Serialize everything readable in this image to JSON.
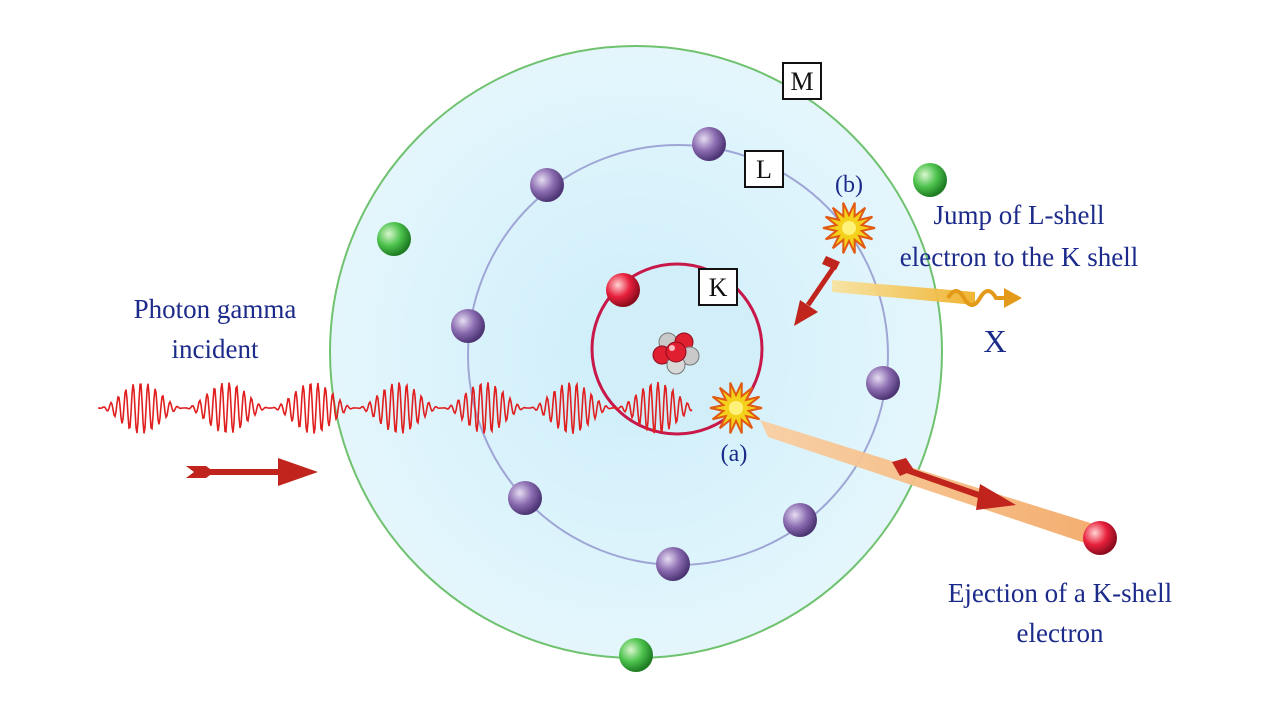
{
  "shells": {
    "k": "K",
    "l": "L",
    "m": "M"
  },
  "labels": {
    "incident_line1": "Photon gamma",
    "incident_line2": "incident",
    "event_a": "(a)",
    "event_b": "(b)",
    "jump_line1": "Jump of L-shell",
    "jump_line2": "electron to the K shell",
    "xray": "X",
    "ejection_line1": "Ejection of a K-shell",
    "ejection_line2": "electron"
  },
  "colors": {
    "atom_fill": "#dcf3fb",
    "k_shell_stroke": "#c8184a",
    "l_shell_stroke": "#9fa6d6",
    "m_shell_stroke": "#6fc26f",
    "k_electron": "#e0203c",
    "l_electron": "#7a5aa0",
    "m_electron": "#3fb83f",
    "photon_wave": "#e02020",
    "arrow": "#c0241c",
    "ejection_beam": "#f6b87a",
    "xray_beam": "#f2c23a",
    "label_text": "#1c2a8a"
  },
  "icons": {
    "nucleus": "nucleus-icon",
    "interaction": "starburst-icon"
  }
}
